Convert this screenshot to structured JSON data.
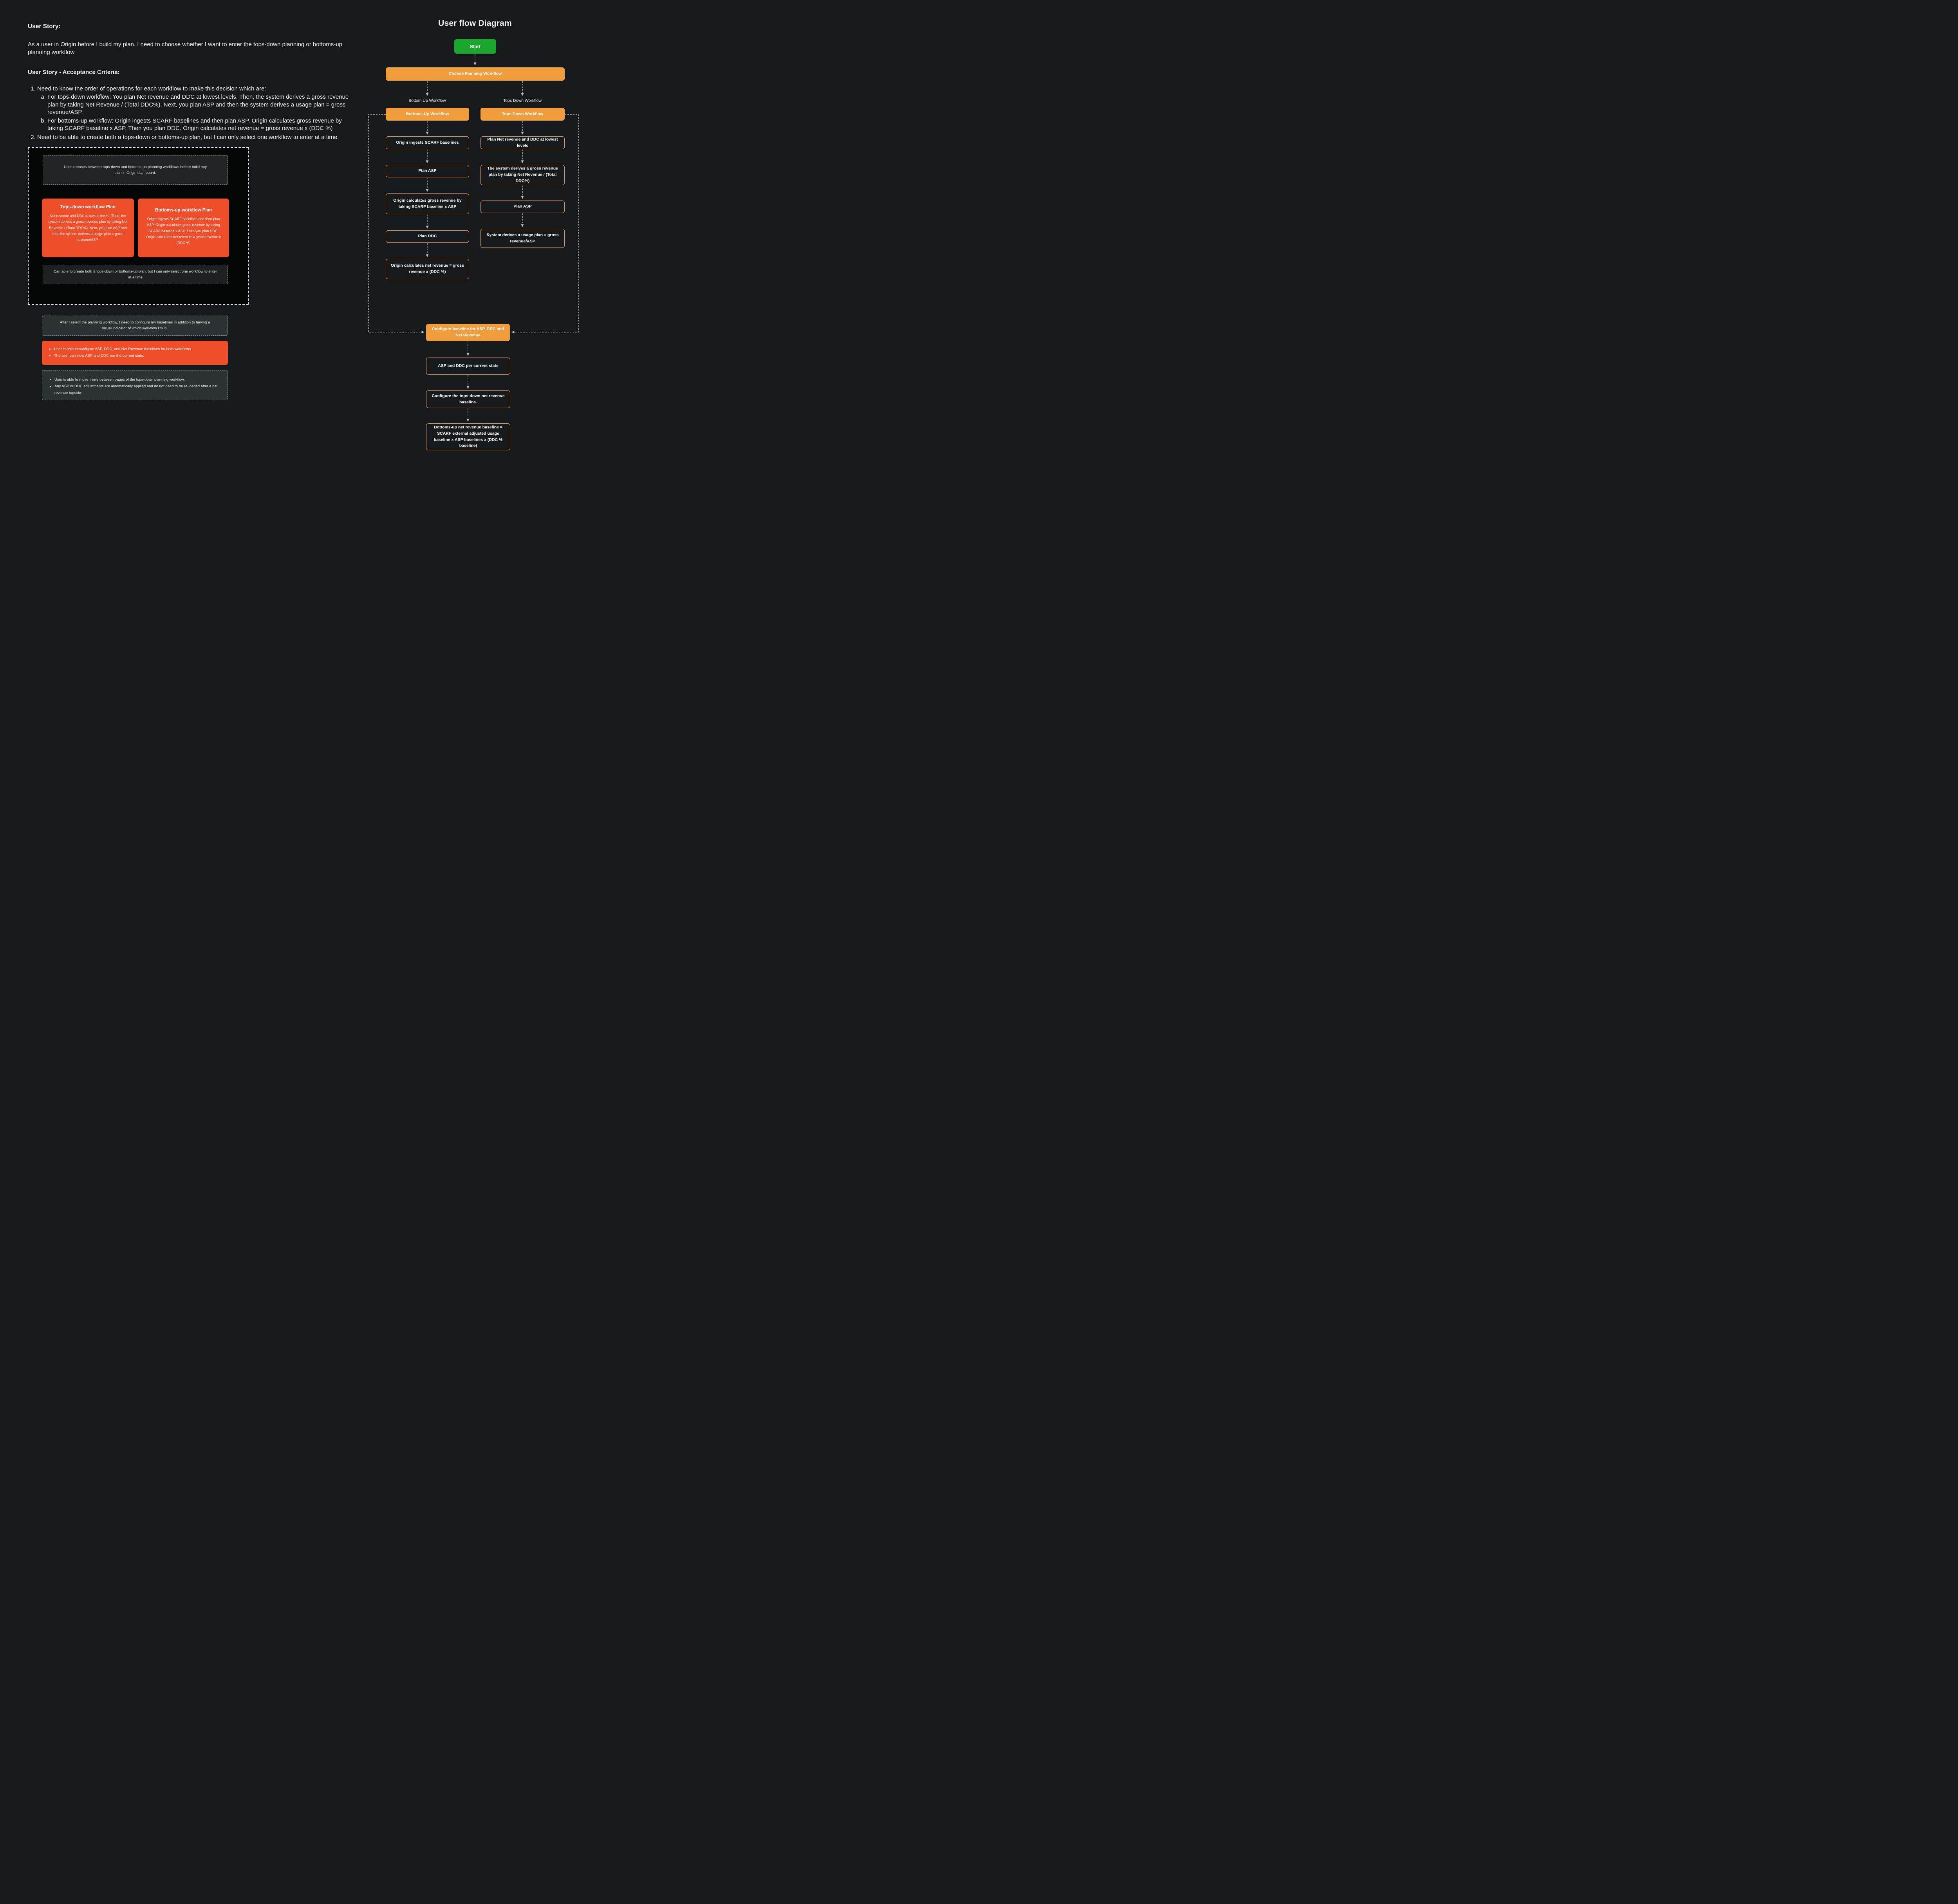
{
  "colors": {
    "background": "#171a1c",
    "accent_red": "#ef4e2b",
    "accent_orange": "#f09d3d",
    "accent_green": "#1aa52d"
  },
  "story": {
    "heading": "User Story:",
    "text": "As a user in Origin before I build my plan, I need to choose whether I want to enter the tops-down planning or bottoms-up planning workflow",
    "acceptance_heading": "User Story - Acceptance Criteria:",
    "criteria_1": "Need to know the order of operations for each workflow to make this decision which are:",
    "criteria_1a": "For tops-down workflow: You plan Net revenue and DDC at lowest levels. Then, the system derives a gross revenue plan by taking Net Revenue / (Total DDC%). Next, you plan ASP and then the system derives a usage plan = gross revenue/ASP.",
    "criteria_1b": "For bottoms-up workflow: Origin ingests SCARF baselines and then plan ASP. Origin calculates gross revenue by taking SCARF baseline x ASP. Then you plan DDC. Origin calculates net revenue = gross revenue x (DDC %)",
    "criteria_2": "Need to be able to create both a tops-down or bottoms-up plan, but I can only select one workflow to enter at a time."
  },
  "story_diagram": {
    "intro": "User chooses between tops-down and bottoms-up planning workflows before build any plan in Origin dashboard.",
    "topsdown_title": "Tops-down workflow Plan",
    "topsdown_body": "Net revenue and DDC at lowest levels. Then, the system derives a gross revenue plan by taking Net Revenue / (Total DDC%). Next, you plan ASP and then the system derives a usage plan = gross revenue/ASP.",
    "bottomsup_title": "Bottoms-up workflow Plan",
    "bottomsup_body": "Origin ingests SCARF baselines and then plan ASP. Origin calculates gross revenue by taking SCARF baseline x ASP. Then you plan DDC. Origin calculates net revenue = gross revenue x (DDC %)",
    "outro": "Can able to create both a tops-down or bottoms-up plan, but I can only select one workflow to enter at a time"
  },
  "baseline_notes": {
    "note": "After I select the planning workflow, I need to configure my baselines in addition to having a visual indicator of which workflow I'm in.",
    "highlight_bullets": [
      "User is able to configure ASP, DDC, and Net Revenue baselines for both workflows.",
      "The user can view ASP and DDC per the current state."
    ],
    "dashed_bullets": [
      "User is able to move freely between pages of the tops-down planning workflow.",
      "Any ASP or DDC adjustments are automatically applied and do not need to be re-loaded after a net revenue topside."
    ]
  },
  "flow": {
    "title": "User flow Diagram",
    "start_label": "Start",
    "choose_label": "Choose Planning Workflow",
    "bottom_up_branch_label": "Bottom Up Workflow",
    "tops_down_branch_label": "Tops Down Workflow",
    "bottom_up_nodes": [
      "Bottoms Up Workflow",
      "Origin ingests SCARF baselines",
      "Plan ASP",
      "Origin calculates gross revenue by taking SCARF baseline x ASP",
      "Plan DDC",
      "Origin calculates net revenue = gross revenue x (DDC %)"
    ],
    "tops_down_nodes": [
      "Tops Down Workflow",
      "Plan Net revenue and DDC at lowest levels",
      "The system derives a gross revenue plan by taking Net Revenue / (Total DDC%)",
      "Plan ASP",
      "System derives a usage plan = gross revenue/ASP"
    ],
    "converge_nodes": [
      "Configure baseline for ASP, DDC and Net Revenue",
      "ASP and DDC per current state",
      "Configure the tops-down net revenue baseline.",
      "Bottoms-up net revenue baseline = SCARF external adjusted usage baseline x ASP baselines x (DDC % baseline)"
    ]
  }
}
